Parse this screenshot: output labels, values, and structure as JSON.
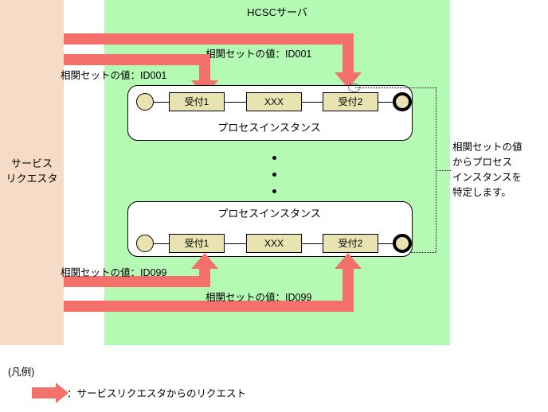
{
  "diagram": {
    "server": {
      "title": "HCSCサーバ",
      "color": "#B4FAB4"
    },
    "requester": {
      "label": "サービス\nリクエスタ",
      "color": "#F6DCC6"
    },
    "process_instances": [
      {
        "caption": "プロセスインスタンス",
        "tasks": [
          "受付1",
          "XXX",
          "受付2"
        ],
        "start_event": "start-event",
        "end_event": "end-event"
      },
      {
        "caption": "プロセスインスタンス",
        "tasks": [
          "受付1",
          "XXX",
          "受付2"
        ],
        "start_event": "start-event",
        "end_event": "end-event"
      }
    ],
    "arrows": [
      {
        "label": "相関セットの値：ID001",
        "target": "受付2",
        "direction": "down"
      },
      {
        "label": "相関セットの値：ID001",
        "target": "受付1",
        "direction": "down"
      },
      {
        "label": "相関セットの値：ID099",
        "target": "受付1",
        "direction": "up"
      },
      {
        "label": "相関セットの値：ID099",
        "target": "受付2",
        "direction": "up"
      }
    ],
    "callout": {
      "text": "相関セットの値\nからプロセス\nインスタンスを\n特定します。"
    },
    "ellipsis": "vertical-dots",
    "legend": {
      "title": "(凡例)",
      "entry": "：サービスリクエスタからのリクエスト",
      "arrow_color": "#F4706B"
    }
  }
}
